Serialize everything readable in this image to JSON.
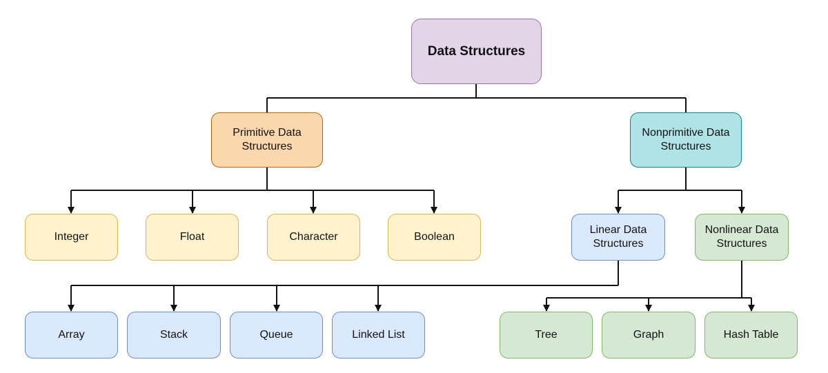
{
  "nodes": {
    "root": {
      "label": "Data Structures"
    },
    "primitive": {
      "label": "Primitive Data\nStructures"
    },
    "nonprimitive": {
      "label": "Nonprimitive Data\nStructures"
    },
    "integer": {
      "label": "Integer"
    },
    "float": {
      "label": "Float"
    },
    "character": {
      "label": "Character"
    },
    "boolean": {
      "label": "Boolean"
    },
    "linear": {
      "label": "Linear Data\nStructures"
    },
    "nonlinear": {
      "label": "Nonlinear Data\nStructures"
    },
    "array": {
      "label": "Array"
    },
    "stack": {
      "label": "Stack"
    },
    "queue": {
      "label": "Queue"
    },
    "linked_list": {
      "label": "Linked List"
    },
    "tree": {
      "label": "Tree"
    },
    "graph": {
      "label": "Graph"
    },
    "hash_table": {
      "label": "Hash Table"
    }
  },
  "colors": {
    "root_fill": "#e1d5e7",
    "root_stroke": "#9673a6",
    "primitive_fill": "#fad7ac",
    "primitive_stroke": "#b46504",
    "nonprimitive_fill": "#b0e3e6",
    "nonprimitive_stroke": "#0e8088",
    "yellow_fill": "#fff2cc",
    "yellow_stroke": "#d6b656",
    "blue_fill": "#dae8fc",
    "blue_stroke": "#6c8ebf",
    "green_fill": "#d5e8d4",
    "green_stroke": "#82b366",
    "line": "#111111"
  }
}
